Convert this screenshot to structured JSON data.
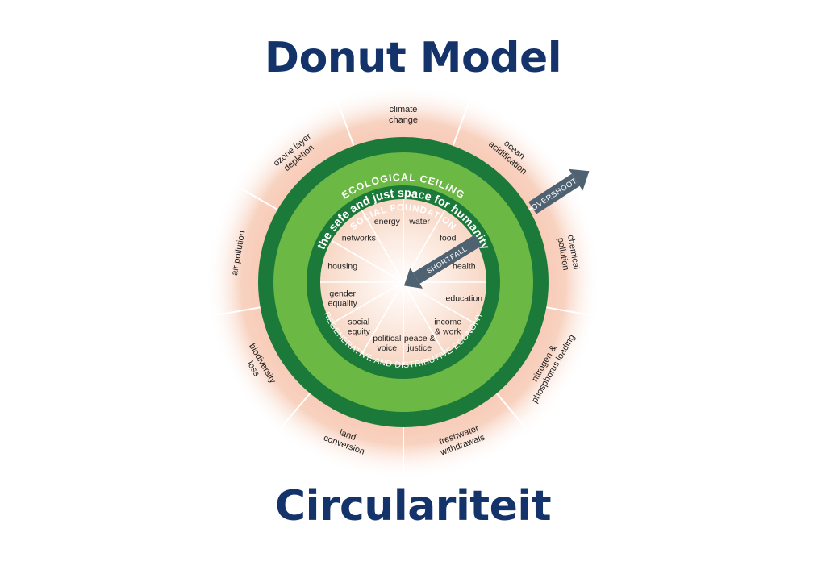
{
  "titles": {
    "top": "Donut Model",
    "bottom": "Circulariteit"
  },
  "rings": {
    "ecological_ceiling": "ECOLOGICAL CEILING",
    "safe_space": "the safe and just space for humanity",
    "social_foundation": "SOCIAL FOUNDATION",
    "regenerative": "REGENERATIVE AND DISTRIBUTIVE ECONOMY"
  },
  "arrows": {
    "overshoot": "OVERSHOOT",
    "shortfall": "SHORTFALL"
  },
  "social_foundation_items": [
    {
      "lines": [
        "water"
      ]
    },
    {
      "lines": [
        "food"
      ]
    },
    {
      "lines": [
        "health"
      ]
    },
    {
      "lines": [
        "education"
      ]
    },
    {
      "lines": [
        "income",
        "& work"
      ]
    },
    {
      "lines": [
        "peace &",
        "justice"
      ]
    },
    {
      "lines": [
        "political",
        "voice"
      ]
    },
    {
      "lines": [
        "social",
        "equity"
      ]
    },
    {
      "lines": [
        "gender",
        "equality"
      ]
    },
    {
      "lines": [
        "housing"
      ]
    },
    {
      "lines": [
        "networks"
      ]
    },
    {
      "lines": [
        "energy"
      ]
    }
  ],
  "ecological_items": [
    {
      "lines": [
        "climate",
        "change"
      ]
    },
    {
      "lines": [
        "ocean",
        "acidification"
      ]
    },
    {
      "lines": [
        "chemical",
        "pollution"
      ]
    },
    {
      "lines": [
        "nitrogen &",
        "phosphorus loading"
      ]
    },
    {
      "lines": [
        "freshwater",
        "withdrawals"
      ]
    },
    {
      "lines": [
        "land",
        "conversion"
      ]
    },
    {
      "lines": [
        "biodiversity",
        "loss"
      ]
    },
    {
      "lines": [
        "air pollution"
      ]
    },
    {
      "lines": [
        "ozone layer",
        "depletion"
      ]
    }
  ],
  "colors": {
    "title": "#15336b",
    "dark_green": "#1b7a3a",
    "light_green": "#6cb845",
    "arrow_gray": "#4f6272",
    "overshoot_glow": "#f2b49c"
  }
}
